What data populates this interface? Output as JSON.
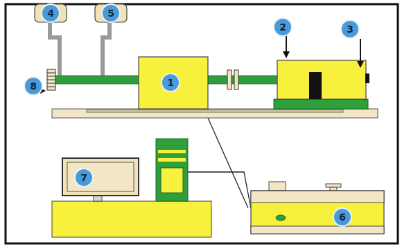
{
  "diagram": {
    "labels": [
      "4",
      "5",
      "2",
      "3",
      "8",
      "1",
      "7",
      "6"
    ]
  }
}
